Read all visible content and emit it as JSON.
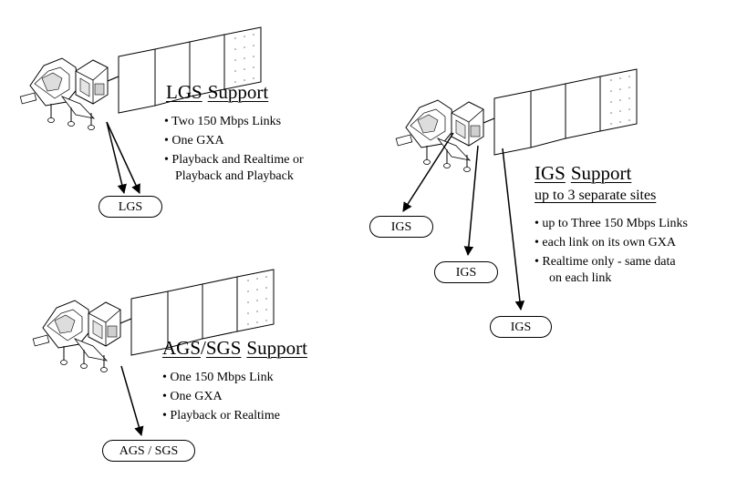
{
  "lgs": {
    "title_a": "LGS",
    "title_b": "Support",
    "bullets": [
      "• Two 150 Mbps Links",
      "• One GXA",
      "• Playback and Realtime or"
    ],
    "bullet_cont": "Playback and Playback",
    "station": "LGS"
  },
  "igs": {
    "title_a": "IGS",
    "title_b": "Support",
    "subtitle": "up to 3 separate sites",
    "bullets": [
      "• up to Three 150 Mbps Links",
      "• each link on its own GXA",
      "• Realtime only  - same data"
    ],
    "bullet_cont": "on each link",
    "stations": [
      "IGS",
      "IGS",
      "IGS"
    ]
  },
  "ags": {
    "title_a": "AGS",
    "title_sep": "/",
    "title_b": "SGS",
    "title_c": "Support",
    "bullets": [
      "• One 150 Mbps Link",
      "• One GXA",
      "• Playback or Realtime"
    ],
    "station": "AGS / SGS"
  }
}
